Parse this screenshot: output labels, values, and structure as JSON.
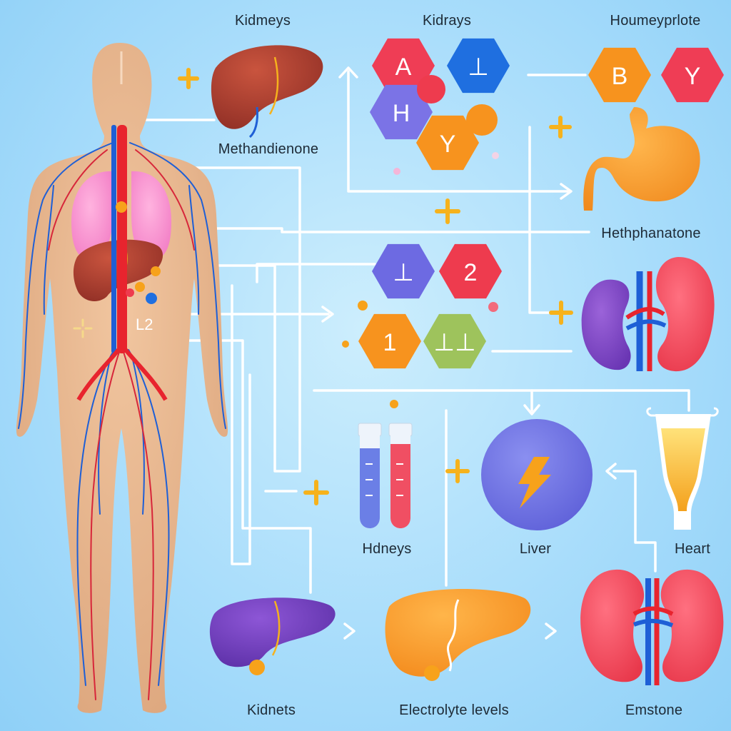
{
  "labels": {
    "top_left": "Kidmeys",
    "top_center": "Kidrays",
    "top_right": "Houmeyprlote",
    "methandienone": "Methandienone",
    "hethphanatone": "Hethphanatone",
    "hdneys": "Hdneys",
    "liver": "Liver",
    "heart": "Heart",
    "kidnets": "Kidnets",
    "electrolyte": "Electrolyte levels",
    "emstone": "Emstone"
  },
  "hexagons": [
    {
      "label": "A",
      "color": "#ef3d55"
    },
    {
      "label": "⊥",
      "color": "#1f6fe0"
    },
    {
      "label": "H",
      "color": "#7b73e6"
    },
    {
      "label": "Y",
      "color": "#f7931e"
    },
    {
      "label": "B",
      "color": "#f7931e"
    },
    {
      "label": "Y",
      "color": "#ef3d55"
    },
    {
      "label": "⊥",
      "color": "#6d6ae2"
    },
    {
      "label": "2",
      "color": "#ee3b4e"
    },
    {
      "label": "1",
      "color": "#f7931e"
    },
    {
      "label": "⊥⊥",
      "color": "#9ec35c"
    }
  ],
  "body_marker": "L2",
  "colors": {
    "arrow": "#ffffff",
    "plus": "#f6b21c",
    "skin": "#e9b88f",
    "artery": "#e8242e",
    "vein": "#1e5fd6"
  }
}
